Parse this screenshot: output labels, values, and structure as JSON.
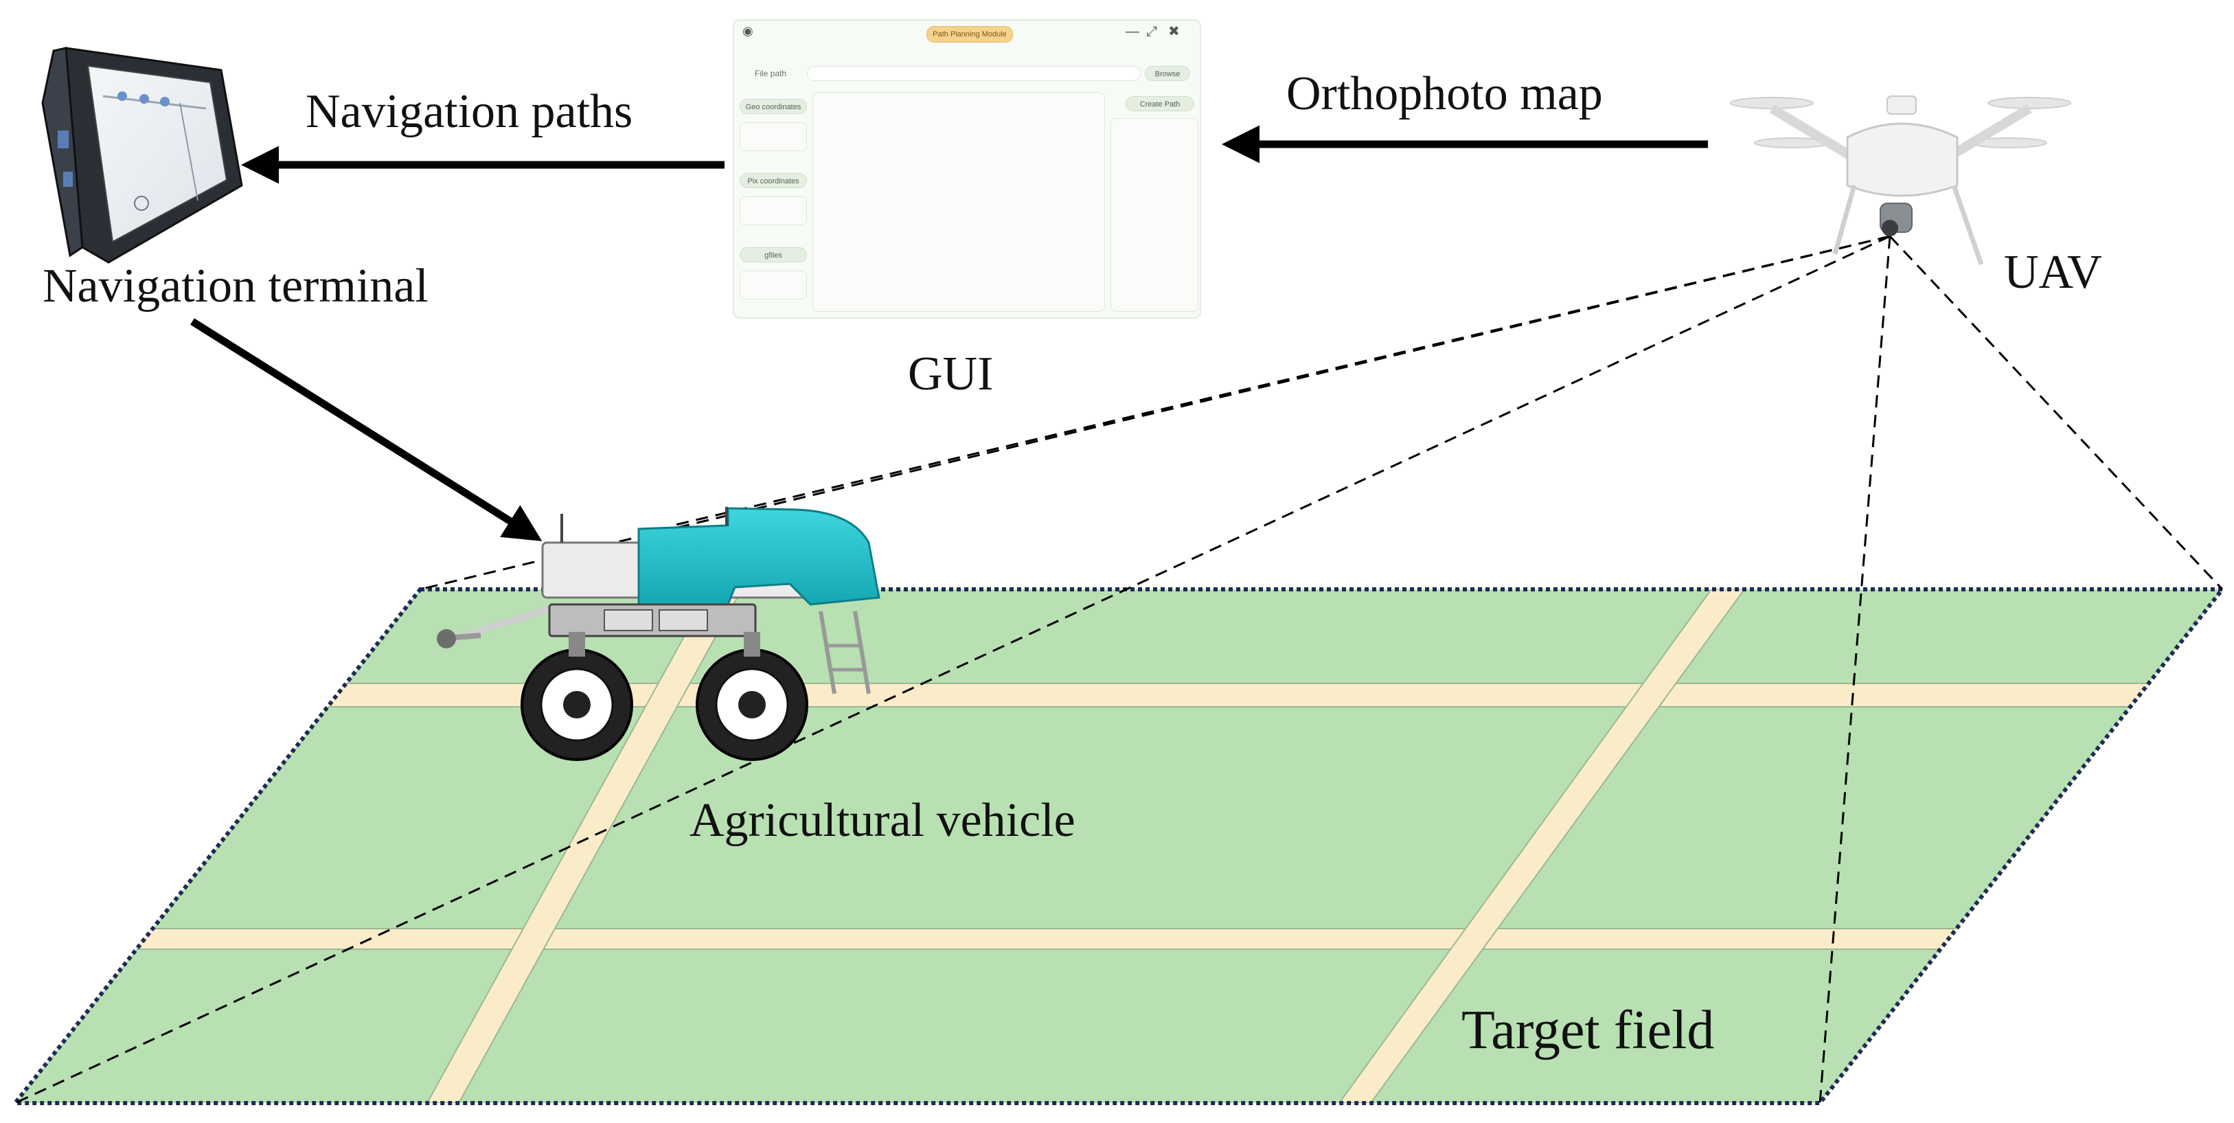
{
  "labels": {
    "navigation_paths": "Navigation paths",
    "orthophoto_map": "Orthophoto map",
    "navigation_terminal": "Navigation terminal",
    "gui": "GUI",
    "uav": "UAV",
    "agricultural_vehicle": "Agricultural vehicle",
    "target_field": "Target field"
  },
  "gui_window": {
    "title": "Path Planning Module",
    "file_path_label": "File path",
    "browse_button": "Browse",
    "create_path_button": "Create Path",
    "geo_coordinates": "Geo coordinates",
    "pix_coordinates": "Pix coordinates",
    "files": "gfiles"
  },
  "icons": {
    "terminal": "tablet-terminal-icon",
    "drone": "quadcopter-drone-icon",
    "vehicle": "agricultural-robot-vehicle-icon",
    "gui_pin": "location-pin-icon"
  },
  "colors": {
    "field_green": "#b8e0b2",
    "road": "#fbecc9",
    "field_border": "#1f2b55",
    "vehicle_body": "#22c3cc",
    "arrow": "#000000"
  }
}
